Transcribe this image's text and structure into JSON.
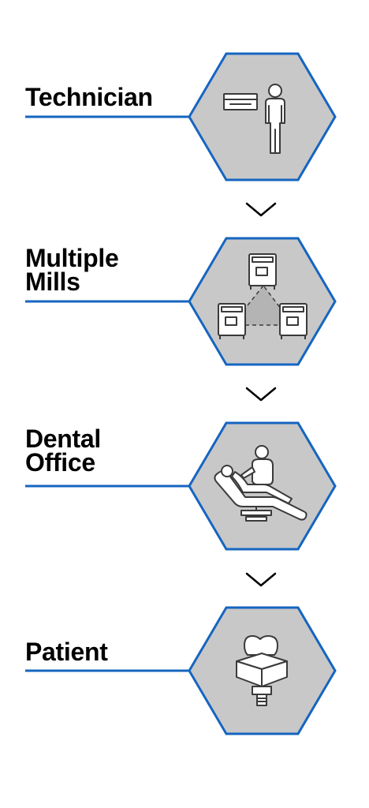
{
  "colors": {
    "accent": "#1565c0",
    "hex_fill": "#c8c8c8",
    "icon_fill": "#ffffff",
    "icon_stroke": "#3a3a3a",
    "arrow": "#000000",
    "text": "#000000"
  },
  "steps": [
    {
      "label_lines": [
        "Technician"
      ],
      "icon": "technician-icon"
    },
    {
      "label_lines": [
        "Multiple",
        "Mills"
      ],
      "icon": "mills-icon"
    },
    {
      "label_lines": [
        "Dental",
        "Office"
      ],
      "icon": "dental-chair-icon"
    },
    {
      "label_lines": [
        "Patient"
      ],
      "icon": "tooth-implant-icon"
    }
  ],
  "connector_icon": "chevron-down-icon"
}
